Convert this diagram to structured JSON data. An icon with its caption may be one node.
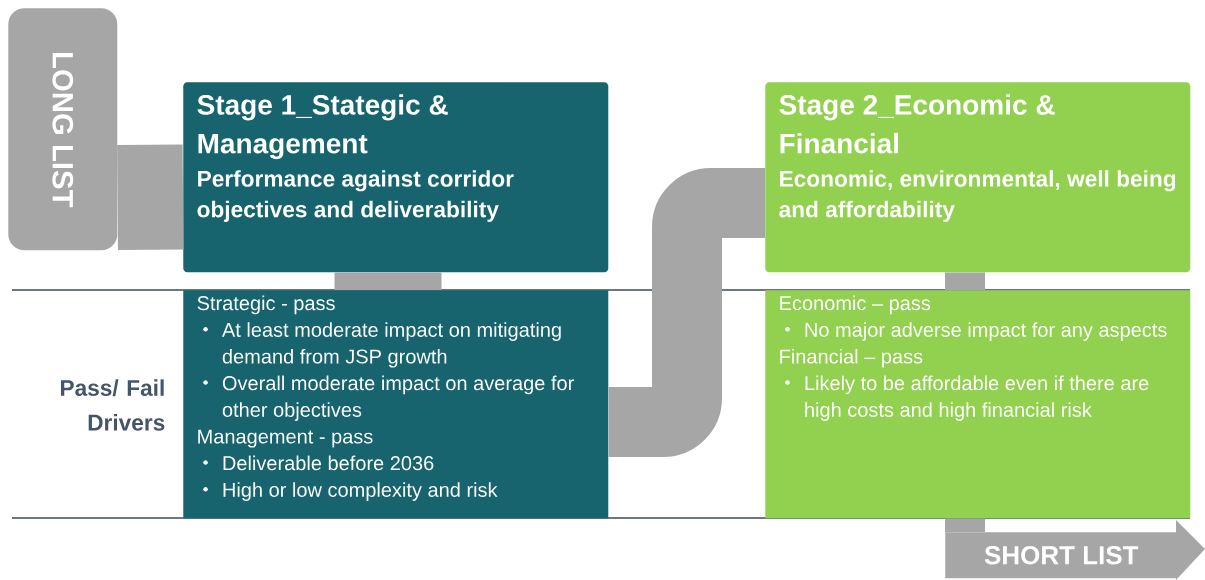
{
  "diagram": {
    "nodes": [
      {
        "text": [
          "LONG LIST"
        ]
      },
      {
        "text": [
          "Stage 1_Stategic & Management",
          "Performance against corridor objectives and deliverability"
        ]
      },
      {
        "text": [
          "Strategic - pass",
          "At least moderate impact on mitigating demand from JSP growth",
          "Overall moderate impact on average for other objectives",
          "Management  - pass",
          "Deliverable before 2036",
          "High or low complexity and risk"
        ]
      },
      {
        "text": [
          "Stage 2_Economic & Financial",
          "Economic, environmental, well being and affordability"
        ]
      },
      {
        "text": [
          "Economic – pass",
          "No major adverse impact for any aspects",
          "Financial – pass",
          "Likely to be affordable even if there are high costs and high financial risk"
        ]
      },
      {
        "text": [
          "SHORT LIST"
        ]
      }
    ],
    "edges": [
      {
        "from": 0,
        "to": 1,
        "arrow": "none"
      },
      {
        "from": 1,
        "to": 2,
        "arrow": "none"
      },
      {
        "from": 2,
        "to": 3,
        "arrow": "none"
      },
      {
        "from": 3,
        "to": 4,
        "arrow": "none"
      },
      {
        "from": 4,
        "to": 5,
        "arrow": "none"
      }
    ],
    "labels": [
      "Pass/ Fail Drivers"
    ]
  }
}
